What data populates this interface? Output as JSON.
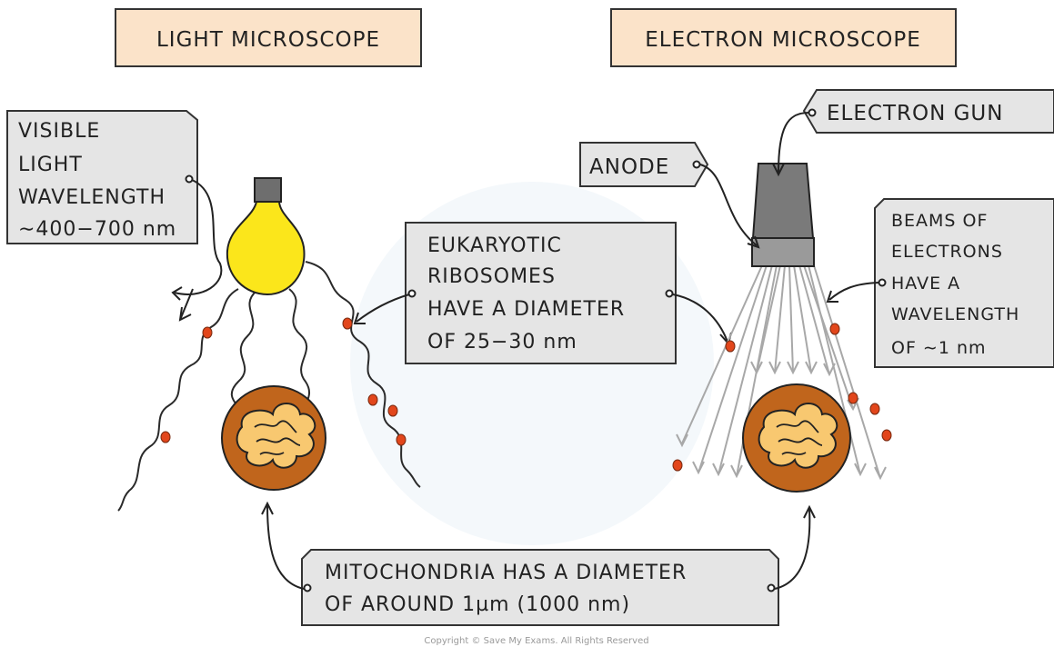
{
  "titles": {
    "light": "LIGHT  MICROSCOPE",
    "electron": "ELECTRON  MICROSCOPE"
  },
  "labels": {
    "visible_light": [
      "VISIBLE",
      "LIGHT",
      "WAVELENGTH",
      "∼400−700 nm"
    ],
    "electron_gun": "ELECTRON  GUN",
    "anode": "ANODE",
    "beams": [
      "BEAMS  OF",
      "ELECTRONS",
      "HAVE  A",
      "WAVELENGTH",
      "OF  ∼1 nm"
    ],
    "ribosomes": [
      "EUKARYOTIC",
      "RIBOSOMES",
      "HAVE  A  DIAMETER",
      "OF  25−30 nm"
    ],
    "mitochondria": [
      "MITOCHONDRIA  HAS  A  DIAMETER",
      "OF  AROUND  1µm  (1000 nm)"
    ]
  },
  "copyright": "Copyright © Save My Exams. All Rights Reserved",
  "colors": {
    "title_box": "#fbe3c9",
    "label_box": "#e5e5e5",
    "bulb": "#fbe61b",
    "mito_outer": "#c0651c",
    "mito_inner": "#f8c870",
    "ribosome": "#e2461b",
    "gun": "#7a7a7a",
    "beam": "#a8a8a8"
  }
}
